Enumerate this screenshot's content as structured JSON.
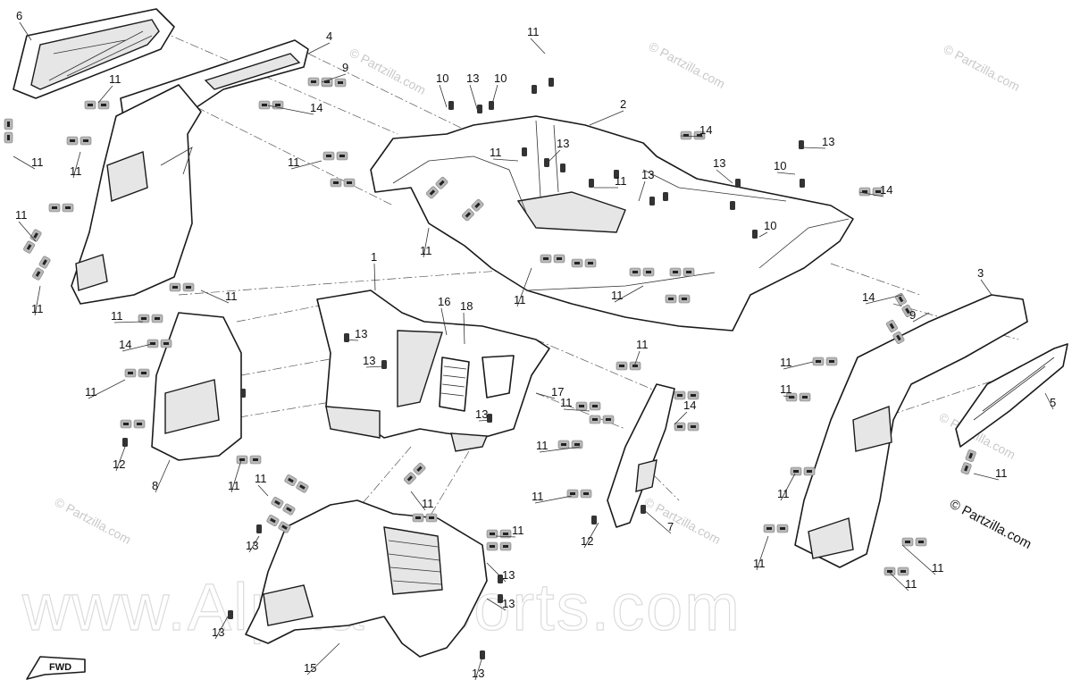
{
  "diagram": {
    "copyright": "© Partzilla.com",
    "watermark_text": "© Partzilla.com",
    "watermark_big": "www.Alpha-Sports.com",
    "fwd_label": "FWD",
    "callouts": [
      "1",
      "2",
      "3",
      "4",
      "5",
      "6",
      "7",
      "8",
      "9",
      "10",
      "11",
      "12",
      "13",
      "14",
      "15",
      "16",
      "17",
      "18"
    ]
  }
}
